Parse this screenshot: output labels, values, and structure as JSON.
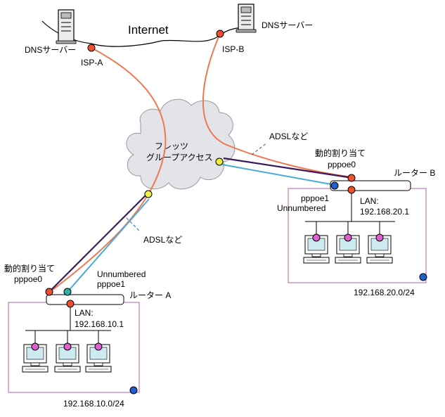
{
  "internet": {
    "label": "Internet"
  },
  "isp_a": {
    "label": "ISP-A",
    "dns_label": "DNSサーバー"
  },
  "isp_b": {
    "label": "ISP-B",
    "dns_label": "DNSサーバー"
  },
  "cloud": {
    "line1": "フレッツ",
    "line2": "グループアクセス"
  },
  "adsl_labels": {
    "upper": "ADSLなど",
    "lower": "ADSLなど"
  },
  "router_a": {
    "name": "ルーター A",
    "dynamic_label": "動的割り当て",
    "pppoe0_label": "pppoe0",
    "unnumbered_label": "Unnumbered",
    "pppoe1_label": "pppoe1",
    "lan_label": "LAN:",
    "lan_ip": "192.168.10.1",
    "network": "192.168.10.0/24"
  },
  "router_b": {
    "name": "ルーター B",
    "dynamic_label": "動的割り当て",
    "pppoe0_label": "pppoe0",
    "pppoe1_label": "pppoe1",
    "unnumbered_label": "Unnumbered",
    "lan_label": "LAN:",
    "lan_ip": "192.168.20.1",
    "network": "192.168.20.0/24"
  },
  "colors": {
    "isp_a_line": "#f07850",
    "isp_b_line": "#f07850",
    "pppoe0_tunnel": "#3a1a5a",
    "pppoe1_tunnel": "#4aaad8",
    "lan_box": "#b060b0",
    "node_red": "#f05030",
    "node_teal": "#30b0a0",
    "node_yellow": "#f0f040",
    "node_blue": "#2060d0",
    "node_pink": "#e060d0"
  }
}
